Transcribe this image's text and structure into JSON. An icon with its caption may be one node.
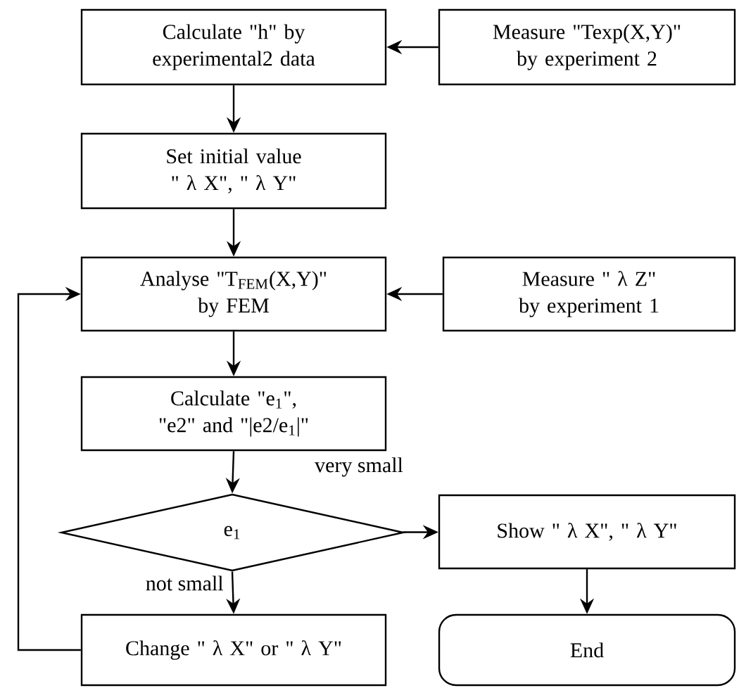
{
  "diagram": {
    "nodes": [
      {
        "text": [
          "Calculate \"h\" by experimental2 data"
        ]
      },
      {
        "text": [
          "Measure \"Texp(X,Y)\" by experiment 2"
        ]
      },
      {
        "text": [
          "Set initial value \" λ X\", \" λ Y\""
        ]
      },
      {
        "text": [
          "Analyse \"T$_{FEM}$(X,Y)\" by FEM"
        ]
      },
      {
        "text": [
          "Measure \" λ Z\" by experiment 1"
        ]
      },
      {
        "text": [
          "Calculate \"e$_{1}$\", \"e2\" and \"|e2/e$_{1}$|\""
        ]
      },
      {
        "text": [
          "e$_{1}$"
        ]
      },
      {
        "text": [
          "Show \" λ X\", \" λ Y\""
        ]
      },
      {
        "text": [
          "Change \" λ X\" or \" λ Y\""
        ]
      },
      {
        "text": [
          "End"
        ]
      }
    ],
    "edges": [
      {
        "from": 1,
        "to": 0,
        "arrow": "to"
      },
      {
        "from": 0,
        "to": 2,
        "arrow": "to"
      },
      {
        "from": 2,
        "to": 3,
        "arrow": "to"
      },
      {
        "from": 4,
        "to": 3,
        "arrow": "to"
      },
      {
        "from": 3,
        "to": 5,
        "arrow": "to"
      },
      {
        "from": 5,
        "to": 6,
        "arrow": "to"
      },
      {
        "from": 6,
        "to": 7,
        "arrow": "to",
        "label": "very small"
      },
      {
        "from": 6,
        "to": 8,
        "arrow": "to",
        "label": "not small"
      },
      {
        "from": 8,
        "to": 3,
        "arrow": "to"
      },
      {
        "from": 7,
        "to": 9,
        "arrow": "to"
      }
    ]
  }
}
